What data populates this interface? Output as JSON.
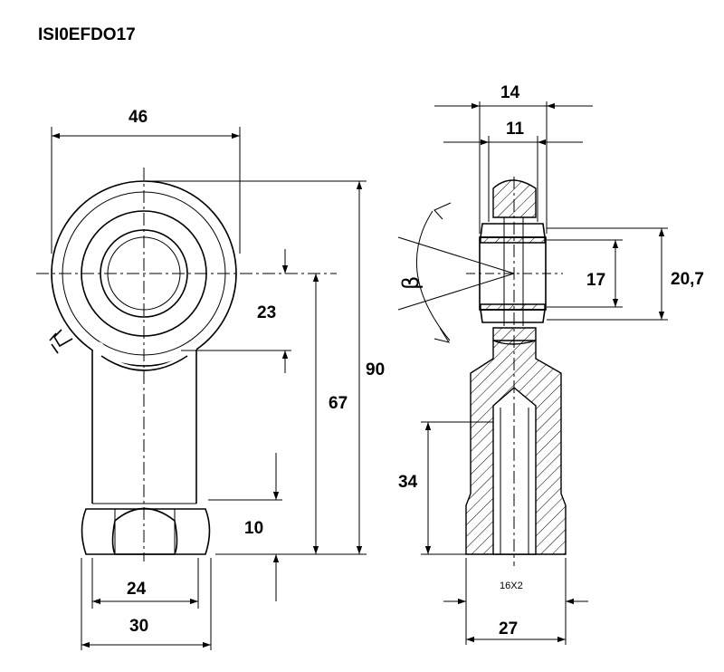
{
  "title": "ISI0EFDO17",
  "dimensions": {
    "eye_width": "46",
    "ball_width": "14",
    "inner_ring_width": "11",
    "center_to_neck": "23",
    "total_length": "90",
    "center_to_end": "67",
    "hex_height": "10",
    "hex_flat_inner": "24",
    "hex_flat_outer": "30",
    "bore_diameter": "17",
    "ball_diameter": "20,7",
    "thread_depth": "34",
    "thread_spec": "16X2",
    "shank_width": "27",
    "tilt_angle": "β"
  }
}
